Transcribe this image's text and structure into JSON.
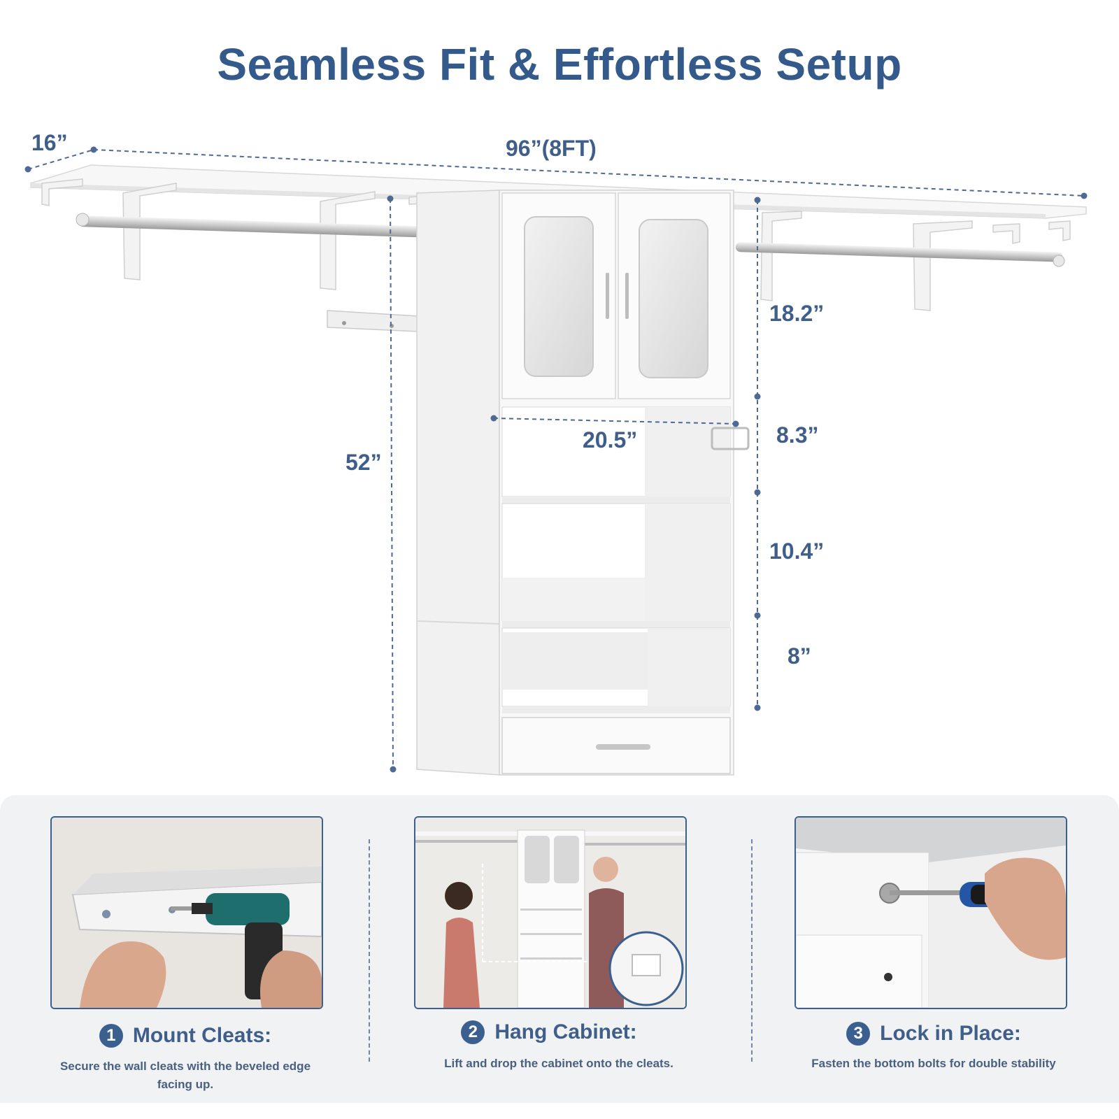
{
  "title": "Seamless Fit & Effortless Setup",
  "colors": {
    "accent": "#335a8a",
    "panel_bg": "#f1f2f4",
    "dim_line": "#4f6a92"
  },
  "dimensions": {
    "depth": "16”",
    "width": "96”(8FT)",
    "height": "52”",
    "inner_width": "20.5”",
    "cabinet_top": "18.2”",
    "shelf_1": "8.3”",
    "shelf_2": "10.4”",
    "shelf_3": "8”"
  },
  "steps": [
    {
      "number": "1",
      "title": "Mount Cleats:",
      "description": "Secure the wall cleats with the beveled edge facing up.",
      "icon": "drill-mounting-photo"
    },
    {
      "number": "2",
      "title": "Hang Cabinet:",
      "description": "Lift and drop the cabinet onto the cleats.",
      "icon": "couple-hanging-cabinet-photo"
    },
    {
      "number": "3",
      "title": "Lock in Place:",
      "description": "Fasten the bottom bolts for double stability",
      "icon": "screwdriver-bolt-photo"
    }
  ]
}
